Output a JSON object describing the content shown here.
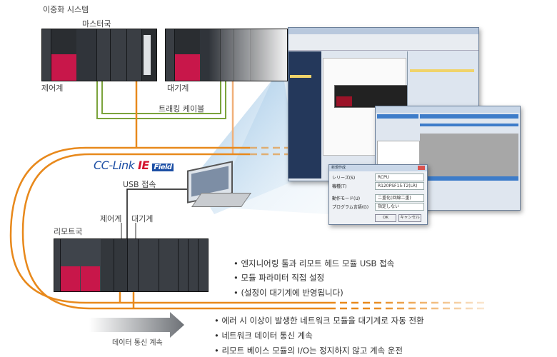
{
  "title": "이중화 시스템",
  "labels": {
    "master_station": "마스터국",
    "control_system_top": "제어계",
    "standby_system_top": "대기계",
    "tracking_cable": "트래킹 케이블",
    "usb_connection": "USB 접속",
    "remote_station": "리모트국",
    "control_system_remote": "제어계",
    "standby_system_remote": "대기계",
    "data_comm_continue": "데이터 통신 계속"
  },
  "logo": {
    "text": "CC-Link IE Field"
  },
  "bullets_top": [
    "• 엔지니어링 툴과 리모트 헤드 모듈 USB 접속",
    "• 모듈 파라미터 직접 설정",
    "• (설정이 대기계에 반영됩니다)"
  ],
  "bullets_bottom": [
    "• 에러 시 이상이 발생한 네트워크 모듈을 대기계로 자동 전환",
    "• 네트워크 데이터 통신 계속",
    "• 리모트 베이스 모듈의 I/O는 정지하지 않고 계속 운전"
  ],
  "dialog": {
    "title": "新規作成",
    "rows": [
      {
        "label": "シリーズ(S)",
        "value": "RCPU"
      },
      {
        "label": "機種(T)",
        "value": "R120PSF15-T2(LR)"
      },
      {
        "label": "動作モード(U)",
        "value": "二重化(回線二重)"
      },
      {
        "label": "プログラム言語(G)",
        "value": "指定しない"
      }
    ],
    "ok": "OK",
    "cancel": "キャンセル"
  },
  "colors": {
    "orange": "#e8891c",
    "green": "#7ba33c",
    "red": "#c8174a",
    "navy": "#24385b"
  }
}
